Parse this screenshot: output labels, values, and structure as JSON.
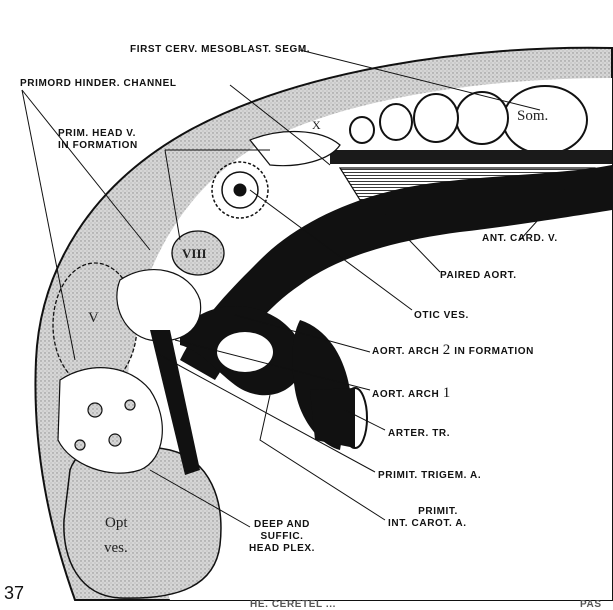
{
  "figure": {
    "number": "37",
    "footer_fragment_left": "HE. CERETEL ...",
    "footer_fragment_right": "PAS"
  },
  "labels": {
    "first_cerv_mesoblast_segm": "FIRST CERV. MESOBLAST. SEGM.",
    "primord_hinder_channel": "PRIMORD HINDER. CHANNEL",
    "prim_head_v_line1": "PRIM. HEAD V.",
    "prim_head_v_line2": "IN FORMATION",
    "ant_card_v": "ANT. CARD. V.",
    "paired_aort": "PAIRED AORT.",
    "otic_ves": "OTIC VES.",
    "aort_arch_2_prefix": "AORT. ARCH",
    "aort_arch_2_number": "2",
    "aort_arch_2_suffix": "IN FORMATION",
    "aort_arch_1_prefix": "AORT. ARCH",
    "aort_arch_1_number": "1",
    "arter_tr": "ARTER. TR.",
    "primit_trigem_a": "PRIMIT. TRIGEM. A.",
    "primit_int_carot_line1": "PRIMIT.",
    "primit_int_carot_line2": "INT. CAROT. A.",
    "deep_suffic_line1": "DEEP AND",
    "deep_suffic_line2": "SUFFIC.",
    "deep_suffic_line3": "HEAD PLEX."
  },
  "inner_labels": {
    "som": "Som.",
    "x": "X",
    "viii": "VIII",
    "v": "V",
    "opt_line1": "Opt",
    "opt_line2": "ves."
  },
  "colors": {
    "ink": "#111111",
    "stipple": "#bdbdbd",
    "paper": "#ffffff"
  }
}
